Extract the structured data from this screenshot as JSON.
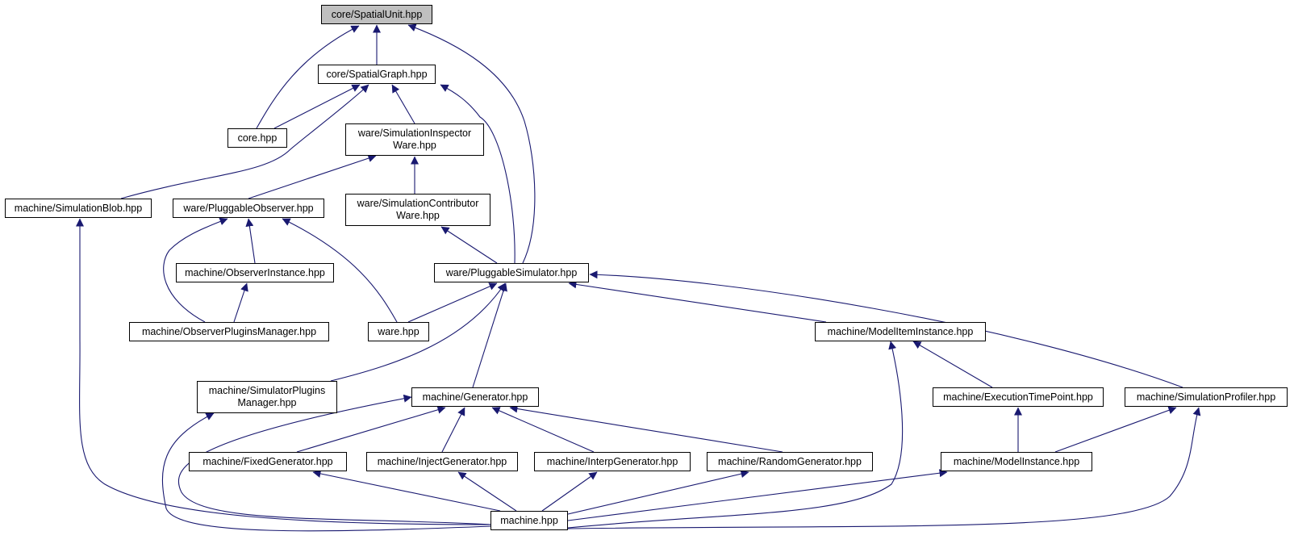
{
  "colors": {
    "edge": "#191970",
    "node_border": "#000000",
    "root_fill": "#bfbfbf",
    "node_fill": "#ffffff"
  },
  "nodes": {
    "spatial_unit": "core/SpatialUnit.hpp",
    "spatial_graph": "core/SpatialGraph.hpp",
    "core": "core.hpp",
    "sim_inspector_l1": "ware/SimulationInspector",
    "sim_inspector_l2": "Ware.hpp",
    "sim_blob": "machine/SimulationBlob.hpp",
    "pluggable_observer": "ware/PluggableObserver.hpp",
    "sim_contributor_l1": "ware/SimulationContributor",
    "sim_contributor_l2": "Ware.hpp",
    "observer_instance": "machine/ObserverInstance.hpp",
    "pluggable_simulator": "ware/PluggableSimulator.hpp",
    "observer_plugins_manager": "machine/ObserverPluginsManager.hpp",
    "ware": "ware.hpp",
    "model_item_instance": "machine/ModelItemInstance.hpp",
    "simulator_plugins_l1": "machine/SimulatorPlugins",
    "simulator_plugins_l2": "Manager.hpp",
    "generator": "machine/Generator.hpp",
    "execution_time_point": "machine/ExecutionTimePoint.hpp",
    "simulation_profiler": "machine/SimulationProfiler.hpp",
    "fixed_generator": "machine/FixedGenerator.hpp",
    "inject_generator": "machine/InjectGenerator.hpp",
    "interp_generator": "machine/InterpGenerator.hpp",
    "random_generator": "machine/RandomGenerator.hpp",
    "model_instance": "machine/ModelInstance.hpp",
    "machine": "machine.hpp"
  }
}
